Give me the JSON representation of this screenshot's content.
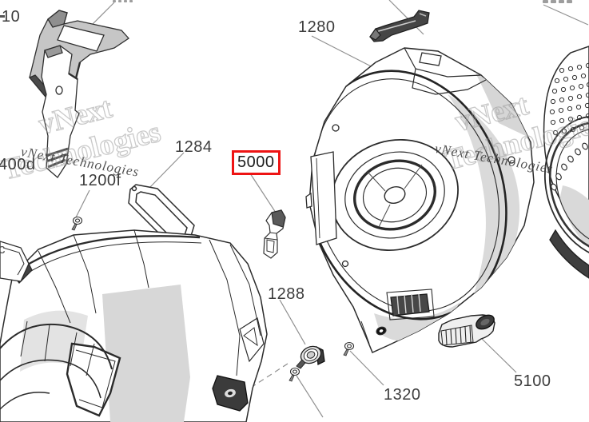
{
  "diagram_type": "exploded-parts-diagram",
  "watermark": {
    "outline_line1": "vNext",
    "outline_line2": "Technologies",
    "small_text": "vNext Technologies"
  },
  "colors": {
    "highlight_red": "#ee1414",
    "line_ink": "#2b2b2b",
    "label_text": "#3c3c3c",
    "leader_gray": "#909090",
    "shade_gray": "#d8d8d8"
  },
  "highlighted_part_number": "5000",
  "labels": {
    "clipped_top_left": "10",
    "part_1280": "1280",
    "part_1284": "1284",
    "part_5000": "5000",
    "part_400d": "400d",
    "part_1200f": "1200f",
    "clipped_left_edge": "c",
    "part_1288": "1288",
    "part_1320": "1320",
    "part_5100": "5100"
  }
}
